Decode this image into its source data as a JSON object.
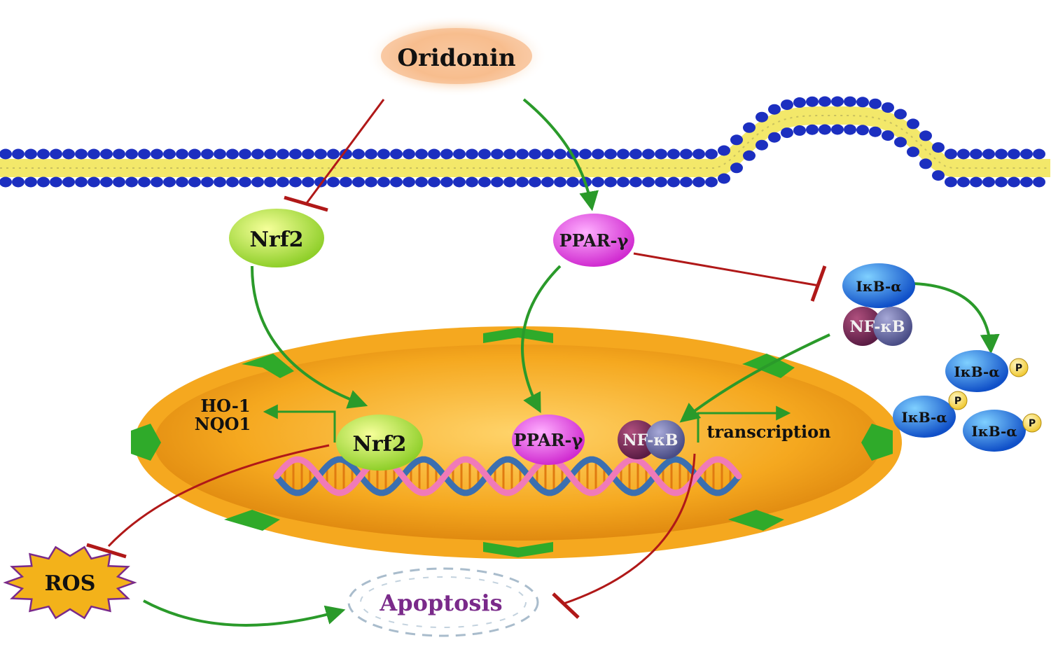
{
  "drug": {
    "label": "Oridonin"
  },
  "cytoplasm": {
    "nrf2": "Nrf2",
    "ppar": "PPAR-γ",
    "ikb_complex": {
      "ikb": "IκB-α",
      "nfkb": "NF-κB"
    },
    "phospho_ikb": [
      {
        "label": "IκB-α",
        "tag": "P"
      },
      {
        "label": "IκB-α",
        "tag": "P"
      },
      {
        "label": "IκB-α",
        "tag": "P"
      }
    ]
  },
  "nucleus": {
    "targets": [
      "HO-1",
      "NQO1"
    ],
    "nrf2": "Nrf2",
    "ppar": "PPAR-γ",
    "nfkb": "NF-κB",
    "transcription": "transcription"
  },
  "outcomes": {
    "ros": "ROS",
    "apoptosis": "Apoptosis"
  },
  "colors": {
    "activation_arrow": "#2a9a2a",
    "inhibition_line": "#b01818",
    "membrane_head": "#1c2fc0",
    "membrane_tail": "#f3e86a",
    "nucleus_fill": "#f0a020",
    "nrf2": "#b7e04a",
    "ppar": "#e23fe0",
    "ikb": "#1f6fe0",
    "nfkb": "#7a2a5e",
    "ros": "#f3b21a"
  }
}
